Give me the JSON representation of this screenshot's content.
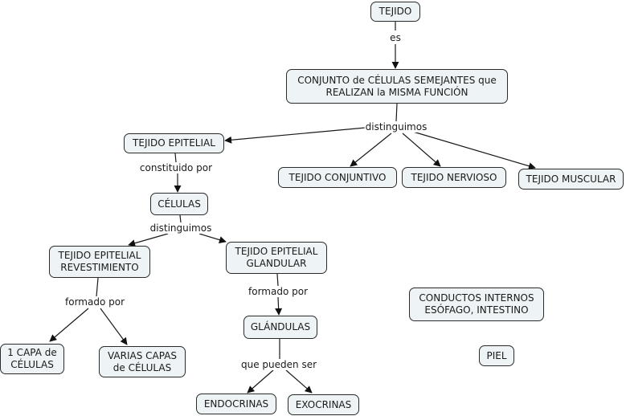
{
  "concept_map": {
    "nodes": {
      "tejido": "TEJIDO",
      "conjunto": "CONJUNTO de CÉLULAS SEMEJANTES que\nREALIZAN la MISMA FUNCIÓN",
      "tejido_epitelial": "TEJIDO EPITELIAL",
      "tejido_conjuntivo": "TEJIDO CONJUNTIVO",
      "tejido_nervioso": "TEJIDO NERVIOSO",
      "tejido_muscular": "TEJIDO MUSCULAR",
      "celulas": "CÉLULAS",
      "epitelial_revestimiento": "TEJIDO EPITELIAL\nREVESTIMIENTO",
      "epitelial_glandular": "TEJIDO EPITELIAL\nGLANDULAR",
      "una_capa": "1 CAPA de\nCÉLULAS",
      "varias_capas": "VARIAS CAPAS\nde CÉLULAS",
      "glandulas": "GLÁNDULAS",
      "endocrinas": "ENDOCRINAS",
      "exocrinas": "EXOCRINAS",
      "conductos_internos": "CONDUCTOS INTERNOS\nESÓFAGO, INTESTINO",
      "piel": "PIEL"
    },
    "link_labels": {
      "es": "es",
      "distinguimos_1": "distinguimos",
      "constituido_por": "constituido por",
      "distinguimos_2": "distinguimos",
      "formado_por_1": "formado por",
      "formado_por_2": "formado por",
      "que_pueden_ser": "que pueden ser"
    },
    "connections": [
      {
        "from": "tejido",
        "via": "es",
        "to": [
          "conjunto"
        ]
      },
      {
        "from": "conjunto",
        "via": "distinguimos_1",
        "to": [
          "tejido_epitelial",
          "tejido_conjuntivo",
          "tejido_nervioso",
          "tejido_muscular"
        ]
      },
      {
        "from": "tejido_epitelial",
        "via": "constituido_por",
        "to": [
          "celulas"
        ]
      },
      {
        "from": "celulas",
        "via": "distinguimos_2",
        "to": [
          "epitelial_revestimiento",
          "epitelial_glandular"
        ]
      },
      {
        "from": "epitelial_revestimiento",
        "via": "formado_por_1",
        "to": [
          "una_capa",
          "varias_capas"
        ]
      },
      {
        "from": "epitelial_glandular",
        "via": "formado_por_2",
        "to": [
          "glandulas"
        ]
      },
      {
        "from": "glandulas",
        "via": "que_pueden_ser",
        "to": [
          "endocrinas",
          "exocrinas"
        ]
      }
    ],
    "colors": {
      "node_fill": "#eef3f5",
      "stroke": "#1a1a1a"
    }
  }
}
